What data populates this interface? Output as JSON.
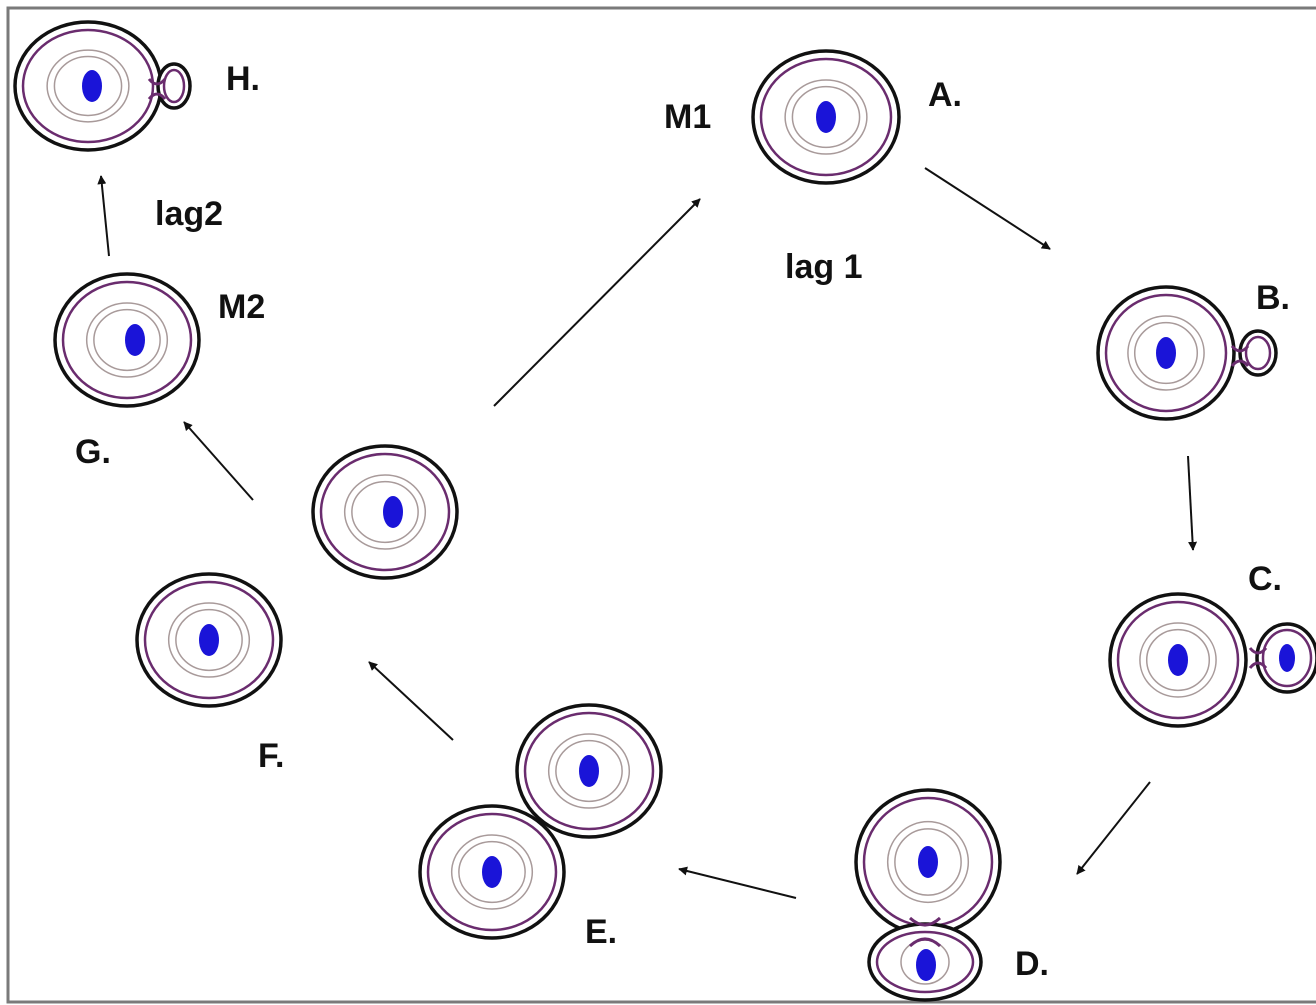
{
  "colors": {
    "outline": "#111111",
    "membrane": "#6a2c6e",
    "inner_ring": "#a89a9a",
    "nucleus": "#1a14d8",
    "frame": "#7a7a7a"
  },
  "labels": {
    "A": "A.",
    "B": "B.",
    "C": "C.",
    "D": "D.",
    "E": "E.",
    "F": "F.",
    "G": "G.",
    "H": "H.",
    "M1": "M1",
    "M2": "M2",
    "lag1": "lag 1",
    "lag2": "lag2"
  }
}
